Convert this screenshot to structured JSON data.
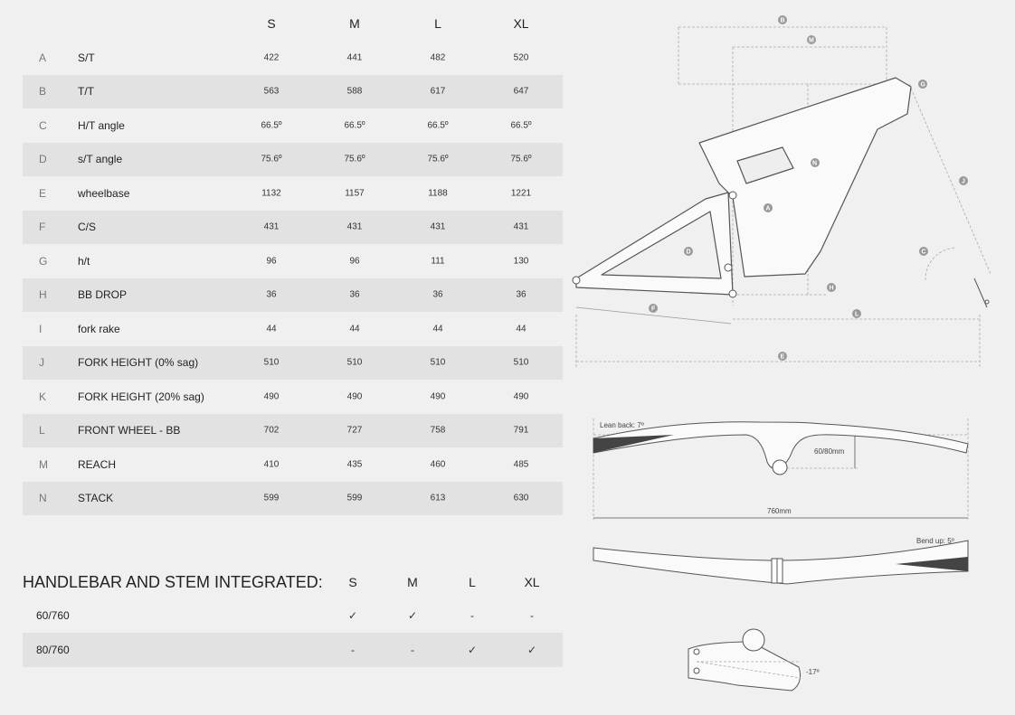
{
  "geometry": {
    "sizes": [
      "S",
      "M",
      "L",
      "XL"
    ],
    "rows": [
      {
        "letter": "A",
        "label": "S/T",
        "values": [
          "422",
          "441",
          "482",
          "520"
        ]
      },
      {
        "letter": "B",
        "label": "T/T",
        "values": [
          "563",
          "588",
          "617",
          "647"
        ]
      },
      {
        "letter": "C",
        "label": "H/T angle",
        "values": [
          "66.5º",
          "66.5º",
          "66.5º",
          "66.5º"
        ]
      },
      {
        "letter": "D",
        "label": "s/T angle",
        "values": [
          "75.6º",
          "75.6º",
          "75.6º",
          "75.6º"
        ]
      },
      {
        "letter": "E",
        "label": "wheelbase",
        "values": [
          "1132",
          "1157",
          "1188",
          "1221"
        ]
      },
      {
        "letter": "F",
        "label": "C/S",
        "values": [
          "431",
          "431",
          "431",
          "431"
        ]
      },
      {
        "letter": "G",
        "label": "h/t",
        "values": [
          "96",
          "96",
          "111",
          "130"
        ]
      },
      {
        "letter": "H",
        "label": "BB DROP",
        "values": [
          "36",
          "36",
          "36",
          "36"
        ]
      },
      {
        "letter": "I",
        "label": "fork rake",
        "values": [
          "44",
          "44",
          "44",
          "44"
        ]
      },
      {
        "letter": "J",
        "label": "FORK HEIGHT (0% sag)",
        "values": [
          "510",
          "510",
          "510",
          "510"
        ]
      },
      {
        "letter": "K",
        "label": "FORK HEIGHT (20% sag)",
        "values": [
          "490",
          "490",
          "490",
          "490"
        ]
      },
      {
        "letter": "L",
        "label": "FRONT WHEEL - BB",
        "values": [
          "702",
          "727",
          "758",
          "791"
        ]
      },
      {
        "letter": "M",
        "label": "REACH",
        "values": [
          "410",
          "435",
          "460",
          "485"
        ]
      },
      {
        "letter": "N",
        "label": "STACK",
        "values": [
          "599",
          "599",
          "613",
          "630"
        ]
      }
    ]
  },
  "handlebar": {
    "title": "HANDLEBAR AND STEM INTEGRATED:",
    "sizes": [
      "S",
      "M",
      "L",
      "XL"
    ],
    "rows": [
      {
        "label": "60/760",
        "marks": [
          "✓",
          "✓",
          "-",
          "-"
        ]
      },
      {
        "label": "80/760",
        "marks": [
          "-",
          "-",
          "✓",
          "✓"
        ]
      }
    ]
  },
  "diagram": {
    "frame_markers": [
      "B",
      "M",
      "G",
      "N",
      "J",
      "A",
      "D",
      "C",
      "H",
      "F",
      "L",
      "E"
    ],
    "bar_top": {
      "lean_back": "Lean back: 7º",
      "rise": "60/80mm",
      "width": "760mm"
    },
    "bar_front": {
      "bend_up": "Bend up: 5º"
    },
    "stem": {
      "angle": "-17º"
    }
  }
}
